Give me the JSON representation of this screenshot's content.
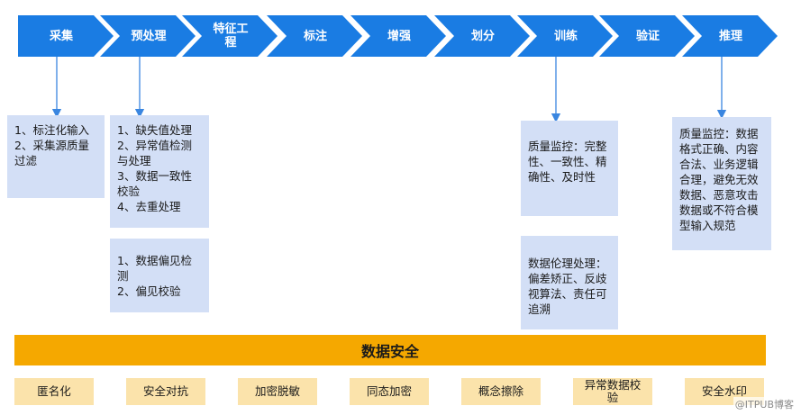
{
  "pipeline": [
    {
      "label": "采集"
    },
    {
      "label": "预处理"
    },
    {
      "label": "特征工\n程"
    },
    {
      "label": "标注"
    },
    {
      "label": "增强"
    },
    {
      "label": "划分"
    },
    {
      "label": "训练"
    },
    {
      "label": "验证"
    },
    {
      "label": "推理"
    }
  ],
  "boxes": {
    "collect": "1、标注化输入\n2、采集源质量过滤",
    "preprocess": "1、缺失值处理\n2、异常值检测与处理\n3、数据一致性校验\n4、去重处理",
    "bias": "1、数据偏见检测\n2、偏见校验",
    "train_quality": "质量监控：完整性、一致性、精确性、及时性",
    "train_ethics": "数据伦理处理：偏差矫正、反歧视算法、责任可追溯",
    "inference": "质量监控：数据格式正确、内容合法、业务逻辑合理，避免无效数据、恶意攻击数据或不符合模型输入规范"
  },
  "security": {
    "title": "数据安全",
    "items": [
      "匿名化",
      "安全对抗",
      "加密脱敏",
      "同态加密",
      "概念擦除",
      "异常数据校验",
      "安全水印"
    ]
  },
  "watermark": "@ITPUB博客",
  "colors": {
    "chevron": "#1a7ce3",
    "box": "#d3dff6",
    "banner": "#f5a800",
    "tag": "#fbe3ab",
    "arrow": "#3a86e0"
  }
}
